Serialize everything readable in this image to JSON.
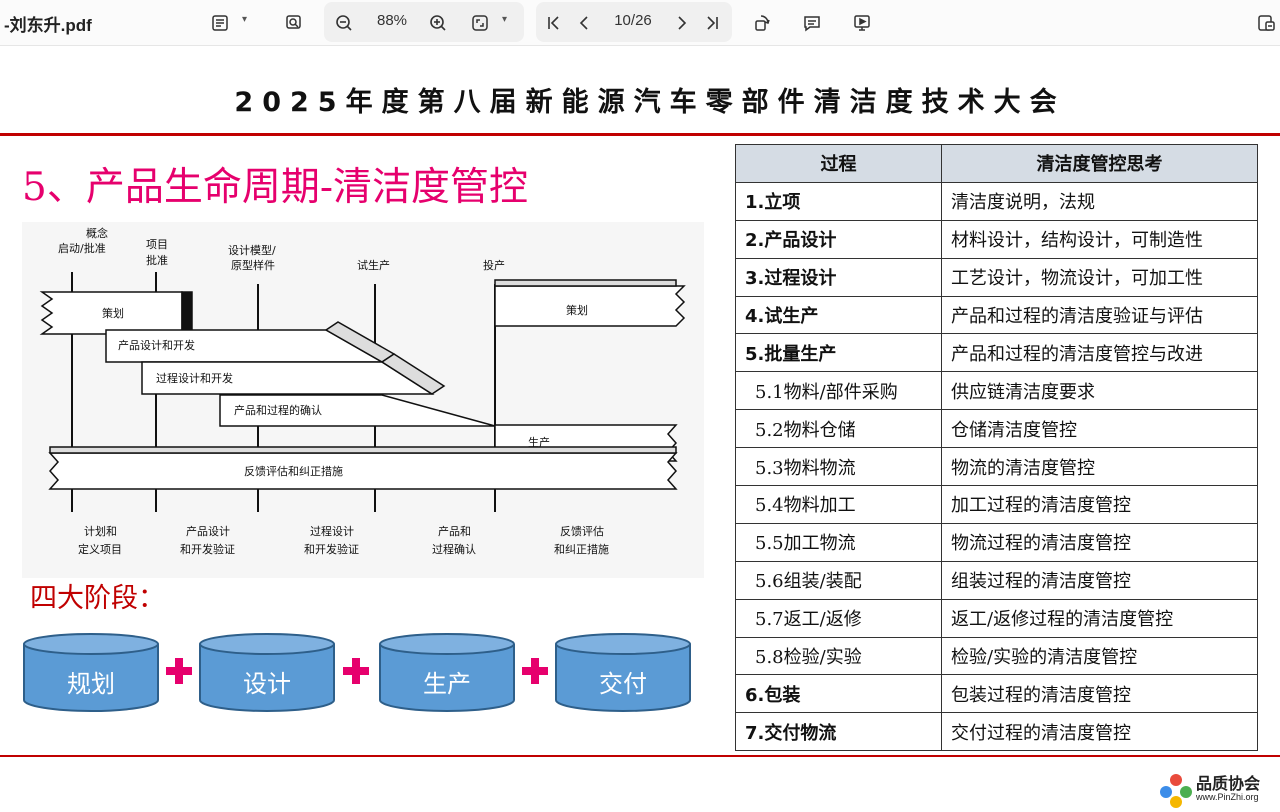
{
  "toolbar": {
    "doc_title": "-刘东升.pdf",
    "zoom": "88%",
    "page_indicator": "10/26",
    "icons": [
      "sidebar-icon",
      "search-icon",
      "zoom-out-icon",
      "zoom-in-icon",
      "fit-page-icon",
      "first-page-icon",
      "prev-page-icon",
      "next-page-icon",
      "last-page-icon",
      "rotate-icon",
      "comment-icon",
      "present-icon",
      "share-icon"
    ]
  },
  "slide": {
    "conference_title": "2025年度第八届新能源汽车零部件清洁度技术大会",
    "section_title": "5、产品生命周期-清洁度管控",
    "stages_title": "四大阶段：",
    "stages": [
      "规划",
      "设计",
      "生产",
      "交付"
    ],
    "diagram": {
      "milestones": {
        "concept": [
          "概念",
          "启动/批准"
        ],
        "project": [
          "项目",
          "批准"
        ],
        "design_model": [
          "设计模型/",
          "原型样件"
        ],
        "trial": "试生产",
        "launch": "投产"
      },
      "bars": {
        "plan_left": "策划",
        "plan_right": "策划",
        "product_dev": "产品设计和开发",
        "process_dev": "过程设计和开发",
        "validation": "产品和过程的确认",
        "production": "生产",
        "feedback": "反馈评估和纠正措施"
      },
      "phases": [
        [
          "计划和",
          "定义项目"
        ],
        [
          "产品设计",
          "和开发验证"
        ],
        [
          "过程设计",
          "和开发验证"
        ],
        [
          "产品和",
          "过程确认"
        ],
        [
          "反馈评估",
          "和纠正措施"
        ]
      ]
    },
    "table": {
      "headers": [
        "过程",
        "清洁度管控思考"
      ],
      "rows": [
        {
          "process": "1.立项",
          "thought": "清洁度说明，法规",
          "level": "main"
        },
        {
          "process": "2.产品设计",
          "thought": "材料设计，结构设计，可制造性",
          "level": "main"
        },
        {
          "process": "3.过程设计",
          "thought": "工艺设计，物流设计，可加工性",
          "level": "main"
        },
        {
          "process": "4.试生产",
          "thought": "产品和过程的清洁度验证与评估",
          "level": "main"
        },
        {
          "process": "5.批量生产",
          "thought": "产品和过程的清洁度管控与改进",
          "level": "main"
        },
        {
          "process": "5.1物料/部件采购",
          "thought": "供应链清洁度要求",
          "level": "sub"
        },
        {
          "process": "5.2物料仓储",
          "thought": "仓储清洁度管控",
          "level": "sub"
        },
        {
          "process": "5.3物料物流",
          "thought": "物流的清洁度管控",
          "level": "sub"
        },
        {
          "process": "5.4物料加工",
          "thought": "加工过程的清洁度管控",
          "level": "sub"
        },
        {
          "process": "5.5加工物流",
          "thought": "物流过程的清洁度管控",
          "level": "sub"
        },
        {
          "process": "5.6组装/装配",
          "thought": "组装过程的清洁度管控",
          "level": "sub"
        },
        {
          "process": "5.7返工/返修",
          "thought": "返工/返修过程的清洁度管控",
          "level": "sub"
        },
        {
          "process": "5.8检验/实验",
          "thought": "检验/实验的清洁度管控",
          "level": "sub"
        },
        {
          "process": "6.包装",
          "thought": "包装过程的清洁度管控",
          "level": "main"
        },
        {
          "process": "7.交付物流",
          "thought": "交付过程的清洁度管控",
          "level": "main"
        }
      ]
    },
    "watermark": {
      "name": "品质协会",
      "url": "www.PinZhi.org"
    },
    "colors": {
      "accent_red": "#c00000",
      "title_magenta": "#e6006d",
      "stage_blue": "#5b9bd5",
      "header_fill": "#d5dce4"
    }
  }
}
